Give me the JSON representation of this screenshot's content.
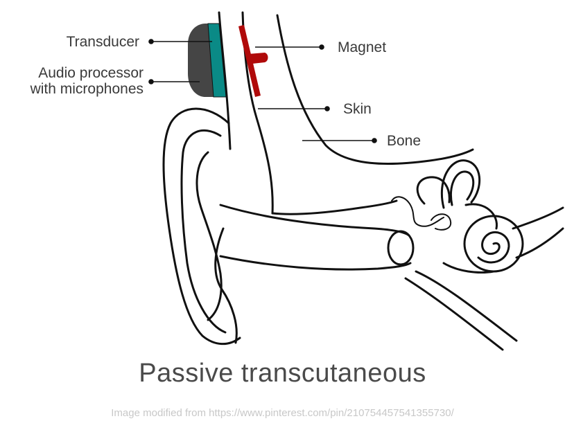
{
  "labels": {
    "transducer": "Transducer",
    "audio_processor_line1": "Audio processor",
    "audio_processor_line2": "with microphones",
    "magnet": "Magnet",
    "skin": "Skin",
    "bone": "Bone"
  },
  "title": "Passive transcutaneous",
  "credit": "Image modified from https://www.pinterest.com/pin/210754457541355730/",
  "colors": {
    "processor": "#454545",
    "transducer": "#0a8a86",
    "magnet": "#b00a0a",
    "outline": "#111111",
    "label_text": "#3a3a3a",
    "credit_text": "#c8c8c8"
  }
}
